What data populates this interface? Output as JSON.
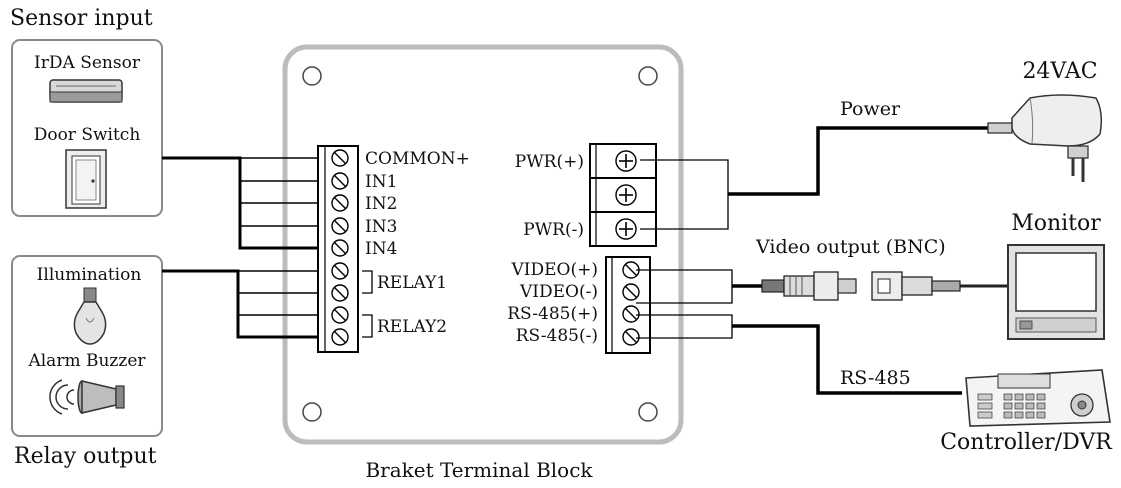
{
  "sensor": {
    "group_label": "Sensor input",
    "irda_label": "IrDA Sensor",
    "door_label": "Door Switch"
  },
  "relay": {
    "group_label": "Relay output",
    "illumination_label": "Illumination",
    "buzzer_label": "Alarm Buzzer"
  },
  "block": {
    "caption": "Braket Terminal Block",
    "left_terminals": [
      "COMMON+",
      "IN1",
      "IN2",
      "IN3",
      "IN4"
    ],
    "relay1_label": "RELAY1",
    "relay2_label": "RELAY2",
    "pwr_plus": "PWR(+)",
    "pwr_minus": "PWR(-)",
    "video_plus": "VIDEO(+)",
    "video_minus": "VIDEO(-)",
    "rs485_plus": "RS-485(+)",
    "rs485_minus": "RS-485(-)"
  },
  "power": {
    "line_label": "Power",
    "adapter_label": "24VAC"
  },
  "video": {
    "line_label": "Video output (BNC)",
    "monitor_label": "Monitor"
  },
  "rs485": {
    "line_label": "RS-485",
    "controller_label": "Controller/DVR"
  }
}
